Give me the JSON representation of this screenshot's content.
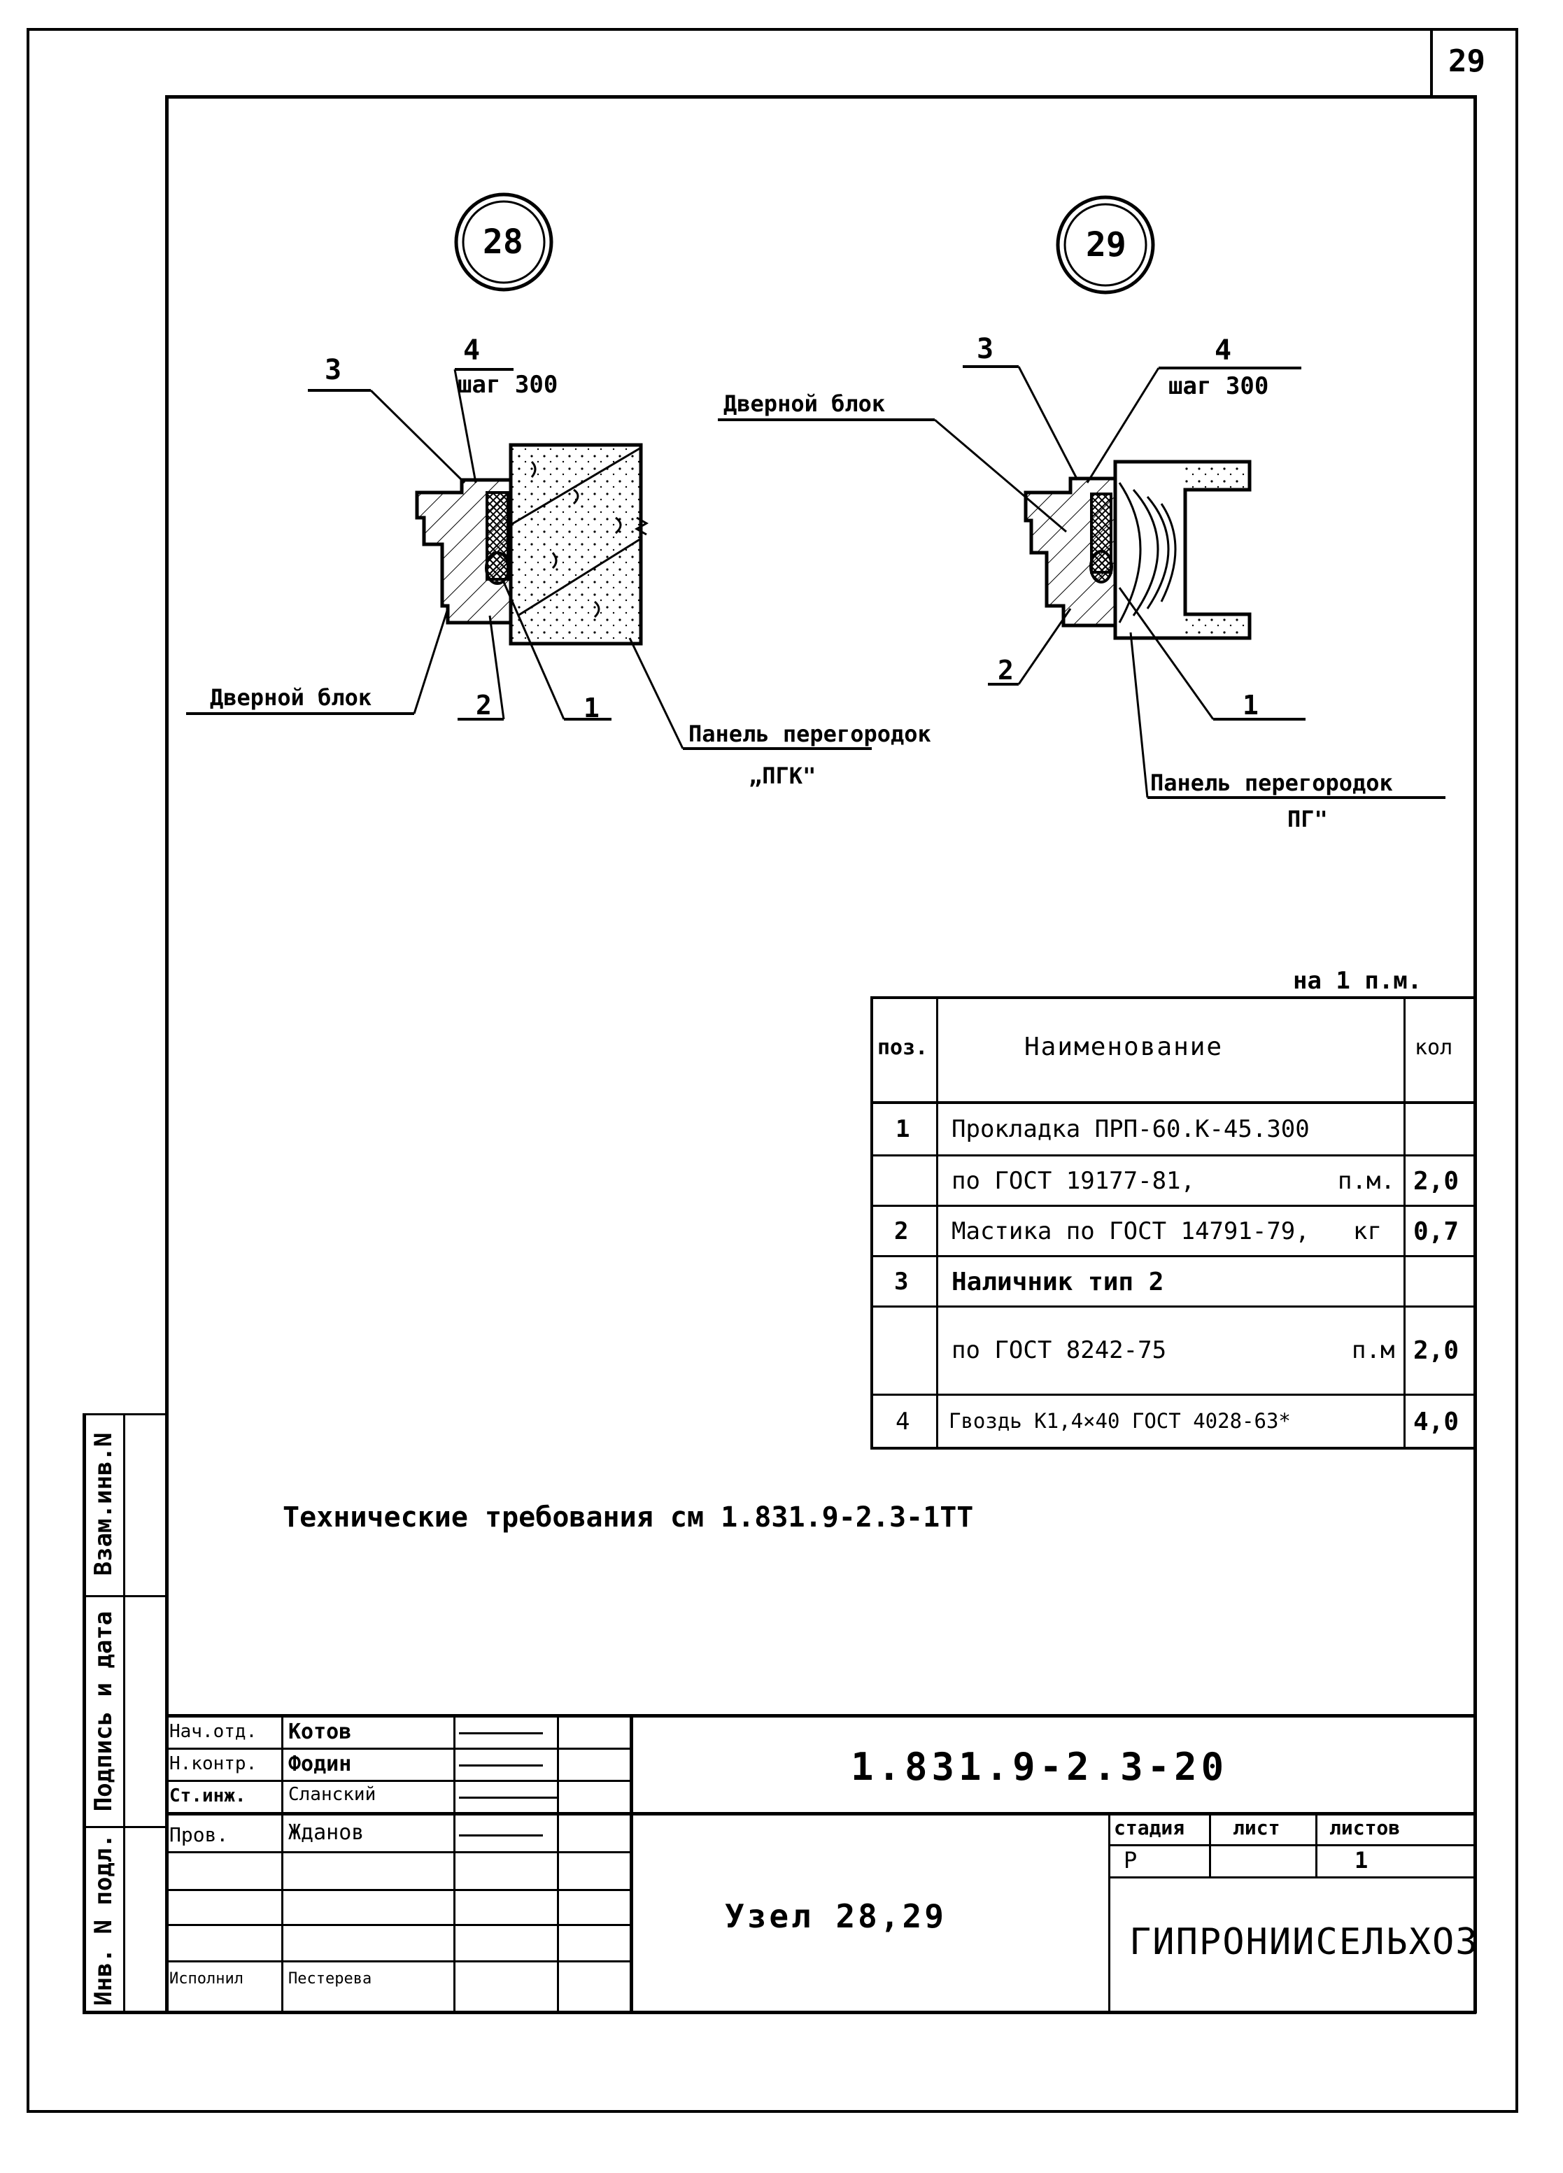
{
  "page": {
    "number": "29"
  },
  "drawings": {
    "node_left": {
      "circle_label": "28",
      "callout_3": "3",
      "callout_4": "4",
      "callout_4_note": "шаг 300",
      "door_block_label": "Дверной блок",
      "callout_2": "2",
      "callout_1": "1",
      "panel_label_line1": "Панель перегородок",
      "panel_label_line2": "„ПГК\""
    },
    "node_right": {
      "circle_label": "29",
      "callout_3": "3",
      "callout_4": "4",
      "callout_4_note": "шаг 300",
      "door_block_label": "Дверной блок",
      "callout_2": "2",
      "callout_1": "1",
      "panel_label_line1": "Панель перегородок",
      "panel_label_line2": "ПГ\""
    }
  },
  "spec_table": {
    "caption": "на 1 п.м.",
    "headers": {
      "pos": "поз.",
      "name": "Наименование",
      "qty": "кол"
    },
    "rows": [
      {
        "pos": "1",
        "name": "Прокладка  ПРП-60.К-45.300",
        "unit": "",
        "qty": ""
      },
      {
        "pos": "",
        "name": "по ГОСТ 19177-81,",
        "unit": "п.м.",
        "qty": "2,0"
      },
      {
        "pos": "2",
        "name": "Мастика по ГОСТ 14791-79,",
        "unit": "кг",
        "qty": "0,7"
      },
      {
        "pos": "3",
        "name": "Наличник  тип 2",
        "unit": "",
        "qty": ""
      },
      {
        "pos": "",
        "name": "по  ГОСТ 8242-75",
        "unit": "п.м",
        "qty": "2,0"
      },
      {
        "pos": "4",
        "name": "Гвоздь К1,4×40 ГОСТ 4028-63*",
        "unit": "",
        "qty": "4,0"
      }
    ]
  },
  "tech_requirements": "Технические  требования  см  1.831.9-2.3-1ТТ",
  "side_stamp": {
    "vzam": "Взам.инв.N",
    "podpis": "Подпись и дата",
    "inv": "Инв. N подл."
  },
  "title_block": {
    "designation": "1.831.9-2.3-20",
    "title": "Узел 28,29",
    "stage_header": "стадия",
    "sheet_header": "лист",
    "sheets_header": "листов",
    "stage": "Р",
    "sheet": "",
    "sheets": "1",
    "organization": "ГИПРОНИИСЕЛЬХОЗ",
    "roles": [
      {
        "role": "Нач.отд.",
        "name": "Котов"
      },
      {
        "role": "Н.контр.",
        "name": "Фодин"
      },
      {
        "role": "Ст.инж.",
        "name": "Сланский"
      },
      {
        "role": "Пров.",
        "name": "Жданов"
      },
      {
        "role": "",
        "name": ""
      },
      {
        "role": "",
        "name": ""
      },
      {
        "role": "Исполнил",
        "name": "Пестерева"
      }
    ]
  }
}
